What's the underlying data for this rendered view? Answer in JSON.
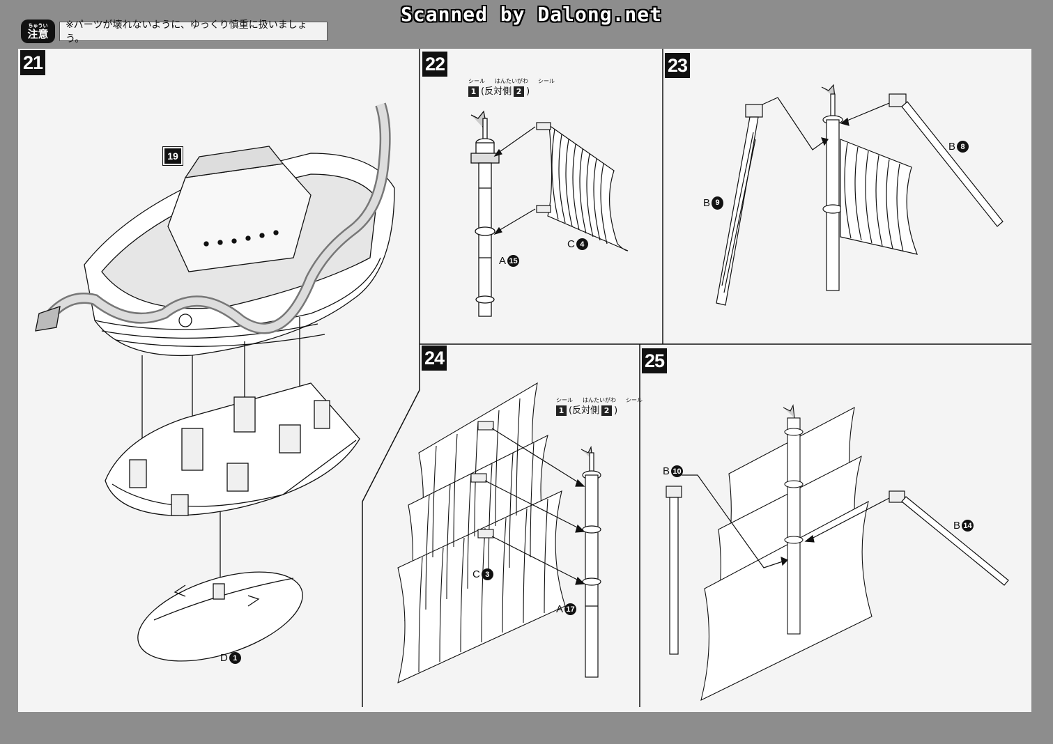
{
  "watermark": "Scanned by Dalong.net",
  "caution": {
    "badge_ruby": "ちゅうい",
    "badge_label": "注意",
    "text": "※パーツが壊れないように、ゆっくり慎重に扱いましょう。"
  },
  "steps": [
    {
      "number": "21",
      "parts": {
        "sticker": "19",
        "base": {
          "letter": "D",
          "num": "1"
        }
      }
    },
    {
      "number": "22",
      "parts": {
        "mast": {
          "letter": "A",
          "num": "15"
        },
        "sail": {
          "letter": "C",
          "num": "4"
        }
      }
    },
    {
      "number": "23",
      "parts": {
        "ladder_left": {
          "letter": "B",
          "num": "9"
        },
        "ladder_right": {
          "letter": "B",
          "num": "8"
        }
      }
    },
    {
      "number": "24",
      "parts": {
        "sail": {
          "letter": "C",
          "num": "3"
        },
        "mast": {
          "letter": "A",
          "num": "17"
        }
      }
    },
    {
      "number": "25",
      "parts": {
        "ladder_left": {
          "letter": "B",
          "num": "10"
        },
        "ladder_right": {
          "letter": "B",
          "num": "14"
        }
      }
    }
  ],
  "seal_label": {
    "ruby_seal": "シール",
    "ruby_opposite": "はんたいがわ",
    "sticker_a": "1",
    "opposite": "(反対側",
    "sticker_b": "2",
    "close": ")"
  }
}
